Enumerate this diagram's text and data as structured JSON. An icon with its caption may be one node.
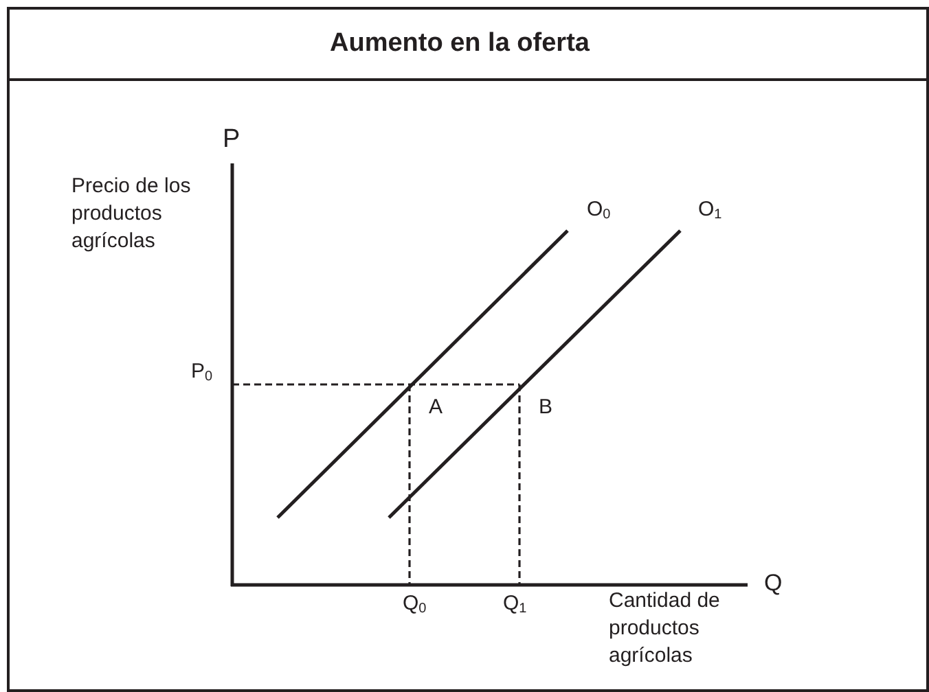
{
  "diagram": {
    "title": "Aumento en la oferta",
    "labels": [
      "P",
      "Precio de los productos agrícolas",
      "O$_{0}$",
      "O$_{1}$",
      "P$_{0}$",
      "A",
      "B",
      "Q",
      "Q$_{0}$",
      "Q$_{1}$",
      "Cantidad de productos agrícolas"
    ]
  }
}
